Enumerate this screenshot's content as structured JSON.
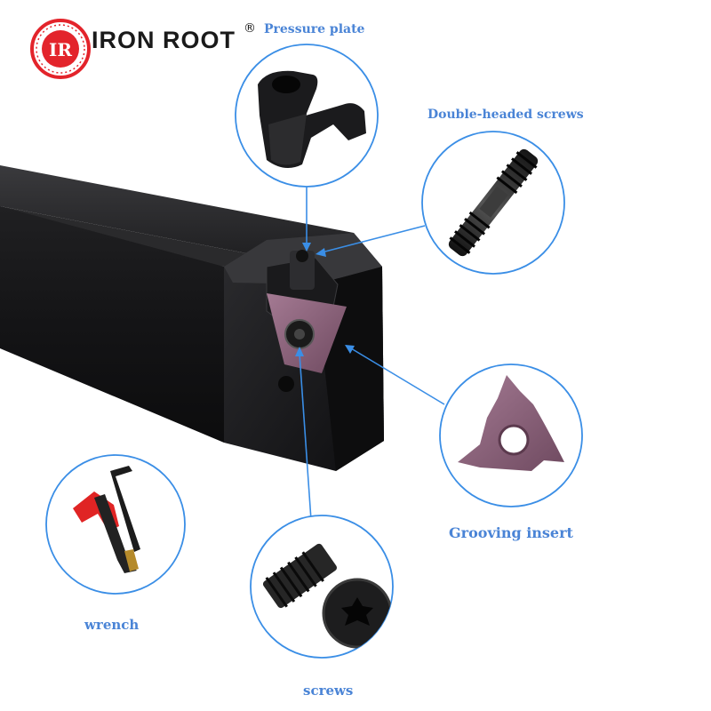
{
  "brand": {
    "logo_text": "IR",
    "name": "IRON ROOT",
    "registered_mark": "®",
    "logo_color": "#e3242b"
  },
  "callouts": {
    "pressure_plate": "Pressure plate",
    "double_headed_screws": "Double-headed screws",
    "grooving_insert": "Grooving insert",
    "wrench": "wrench",
    "screws": "screws"
  },
  "colors": {
    "label": "#4a84d6",
    "callout_ring": "#3a8ee6",
    "tool_body": "#1c1c1e",
    "insert": "#8a5d76",
    "wrench_handle": "#e02424"
  }
}
